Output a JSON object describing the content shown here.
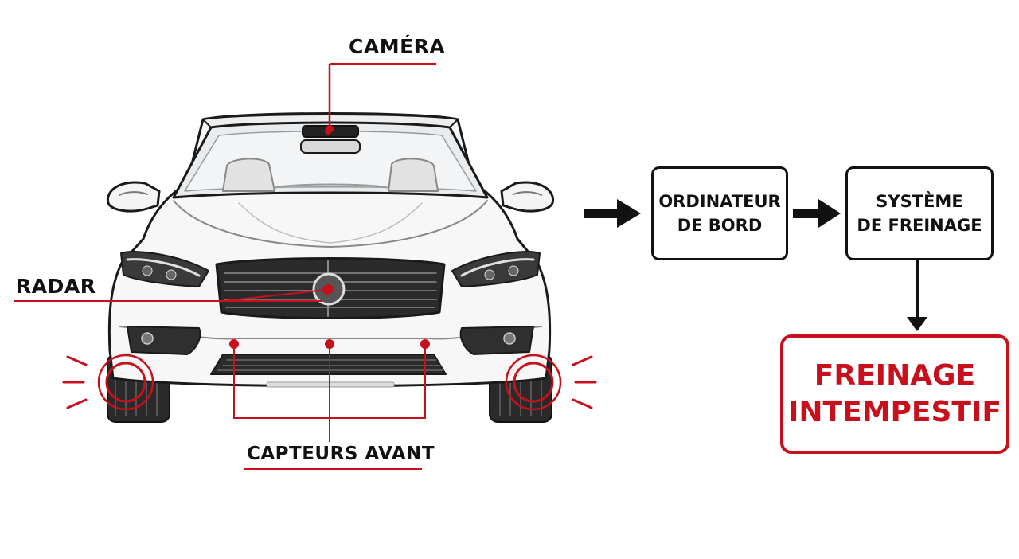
{
  "labels": {
    "camera": "CAMÉRA",
    "radar": "RADAR",
    "front_sensors": "CAPTEURS AVANT"
  },
  "flow": {
    "onboard_computer": [
      "ORDINATEUR",
      "DE BORD"
    ],
    "braking_system": [
      "SYSTÈME",
      "DE FREINAGE"
    ],
    "result": [
      "FREINAGE",
      "INTEMPESTIF"
    ]
  },
  "colors": {
    "accent": "#c8101c",
    "ink": "#111111",
    "car_body": "#f7f7f7"
  },
  "icons": [
    "car-front-illustration",
    "arrow-right-icon",
    "arrow-down-icon",
    "signal-waves-icon"
  ]
}
